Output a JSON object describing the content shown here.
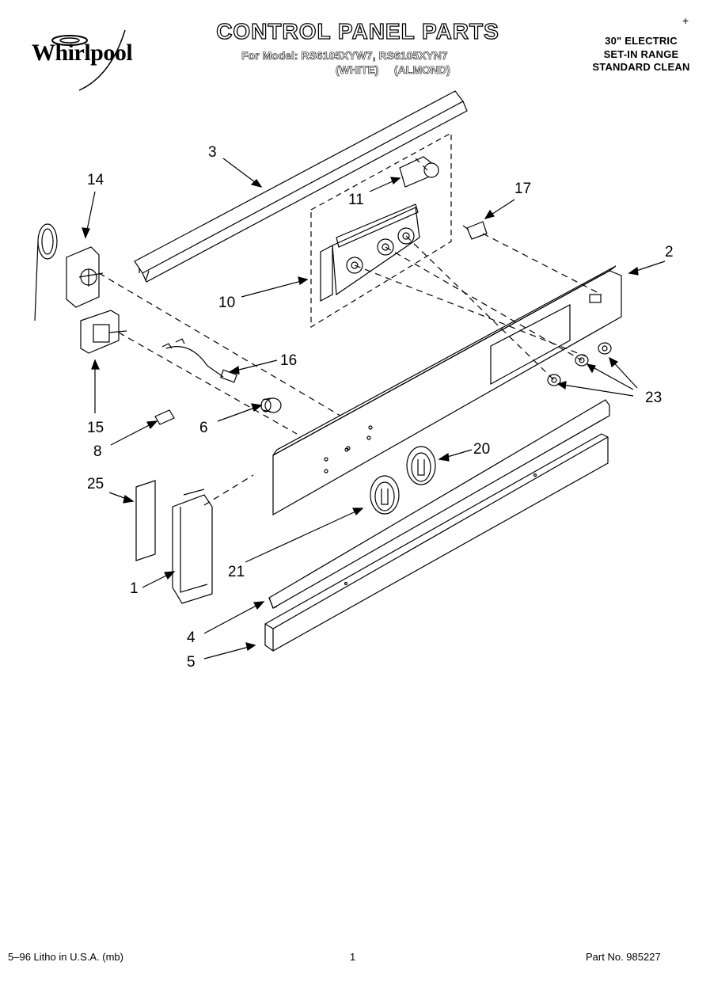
{
  "brand": "Whirlpool",
  "title": "CONTROL PANEL PARTS",
  "model_line": "For Model: RS6105XYW7, RS6105XYN7",
  "variants": [
    "(WHITE)",
    "(ALMOND)"
  ],
  "spec": [
    "30\" ELECTRIC",
    "SET-IN RANGE",
    "STANDARD CLEAN"
  ],
  "callouts": {
    "c1": "1",
    "c2": "2",
    "c3": "3",
    "c4": "4",
    "c5": "5",
    "c6": "6",
    "c8": "8",
    "c10": "10",
    "c11": "11",
    "c14": "14",
    "c15": "15",
    "c16": "16",
    "c17": "17",
    "c20": "20",
    "c21": "21",
    "c23": "23",
    "c25": "25"
  },
  "footer": {
    "left": "5–96 Litho in U.S.A. (mb)",
    "page": "1",
    "part": "Part No. 985227"
  }
}
